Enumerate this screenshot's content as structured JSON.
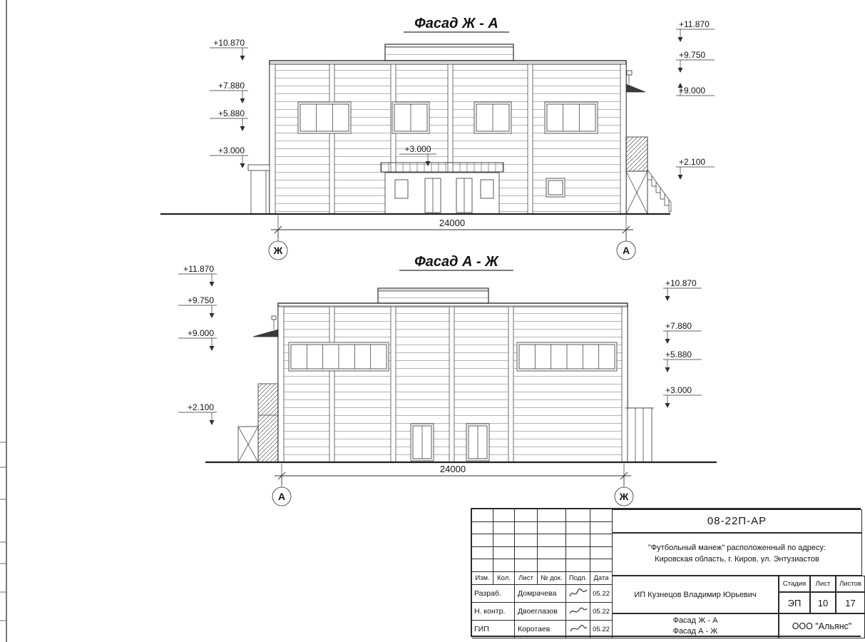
{
  "facade_top": {
    "title": "Фасад Ж - А",
    "marks_left": [
      "+10.870",
      "+7.880",
      "+5.880",
      "+3.000"
    ],
    "marks_right": [
      "+11.870",
      "+9.750",
      "+9.000",
      "+2.100"
    ],
    "mark_center": "+3.000",
    "dimension": "24000",
    "axis_left": "Ж",
    "axis_right": "А"
  },
  "facade_bottom": {
    "title": "Фасад А - Ж",
    "marks_left": [
      "+11.870",
      "+9.750",
      "+9.000",
      "+2.100"
    ],
    "marks_right": [
      "+10.870",
      "+7.880",
      "+5.880",
      "+3.000"
    ],
    "dimension": "24000",
    "axis_left": "А",
    "axis_right": "Ж"
  },
  "title_block": {
    "doc_number": "08-22П-АР",
    "project_line1": "\"Футбольный манеж\" расположенный по адресу:",
    "project_line2": "Кировская область, г. Киров, ул. Энтузиастов",
    "header_cols": [
      "Изм.",
      "Кол.",
      "Лист",
      "№ док.",
      "Подп.",
      "Дата"
    ],
    "rows": [
      {
        "role": "Разраб.",
        "name": "Домрачева",
        "date": "05.22"
      },
      {
        "role": "Н. контр.",
        "name": "Двоеглазов",
        "date": "05.22"
      },
      {
        "role": "ГИП",
        "name": "Коротаев",
        "date": "05.22"
      }
    ],
    "client": "ИП Кузнецов Владимир Юрьевич",
    "stage_label": "Стадия",
    "sheet_label": "Лист",
    "total_label": "Листов",
    "stage_value": "ЭП",
    "sheet_value": "10",
    "total_value": "17",
    "subject_line1": "Фасад Ж - А",
    "subject_line2": "Фасад А - Ж",
    "company": "ООО \"Альянс\""
  }
}
